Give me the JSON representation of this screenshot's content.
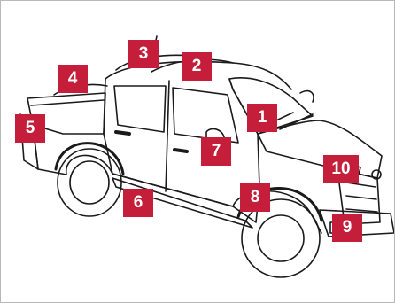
{
  "colors": {
    "callout_bg": "#C41E3A",
    "callout_text": "#FFFFFF",
    "line": "#1a1a1a",
    "frame_border": "#B8B8B8"
  },
  "callouts": [
    {
      "label": "1"
    },
    {
      "label": "2"
    },
    {
      "label": "3"
    },
    {
      "label": "4"
    },
    {
      "label": "5"
    },
    {
      "label": "6"
    },
    {
      "label": "7"
    },
    {
      "label": "8"
    },
    {
      "label": "9"
    },
    {
      "label": "10"
    }
  ]
}
